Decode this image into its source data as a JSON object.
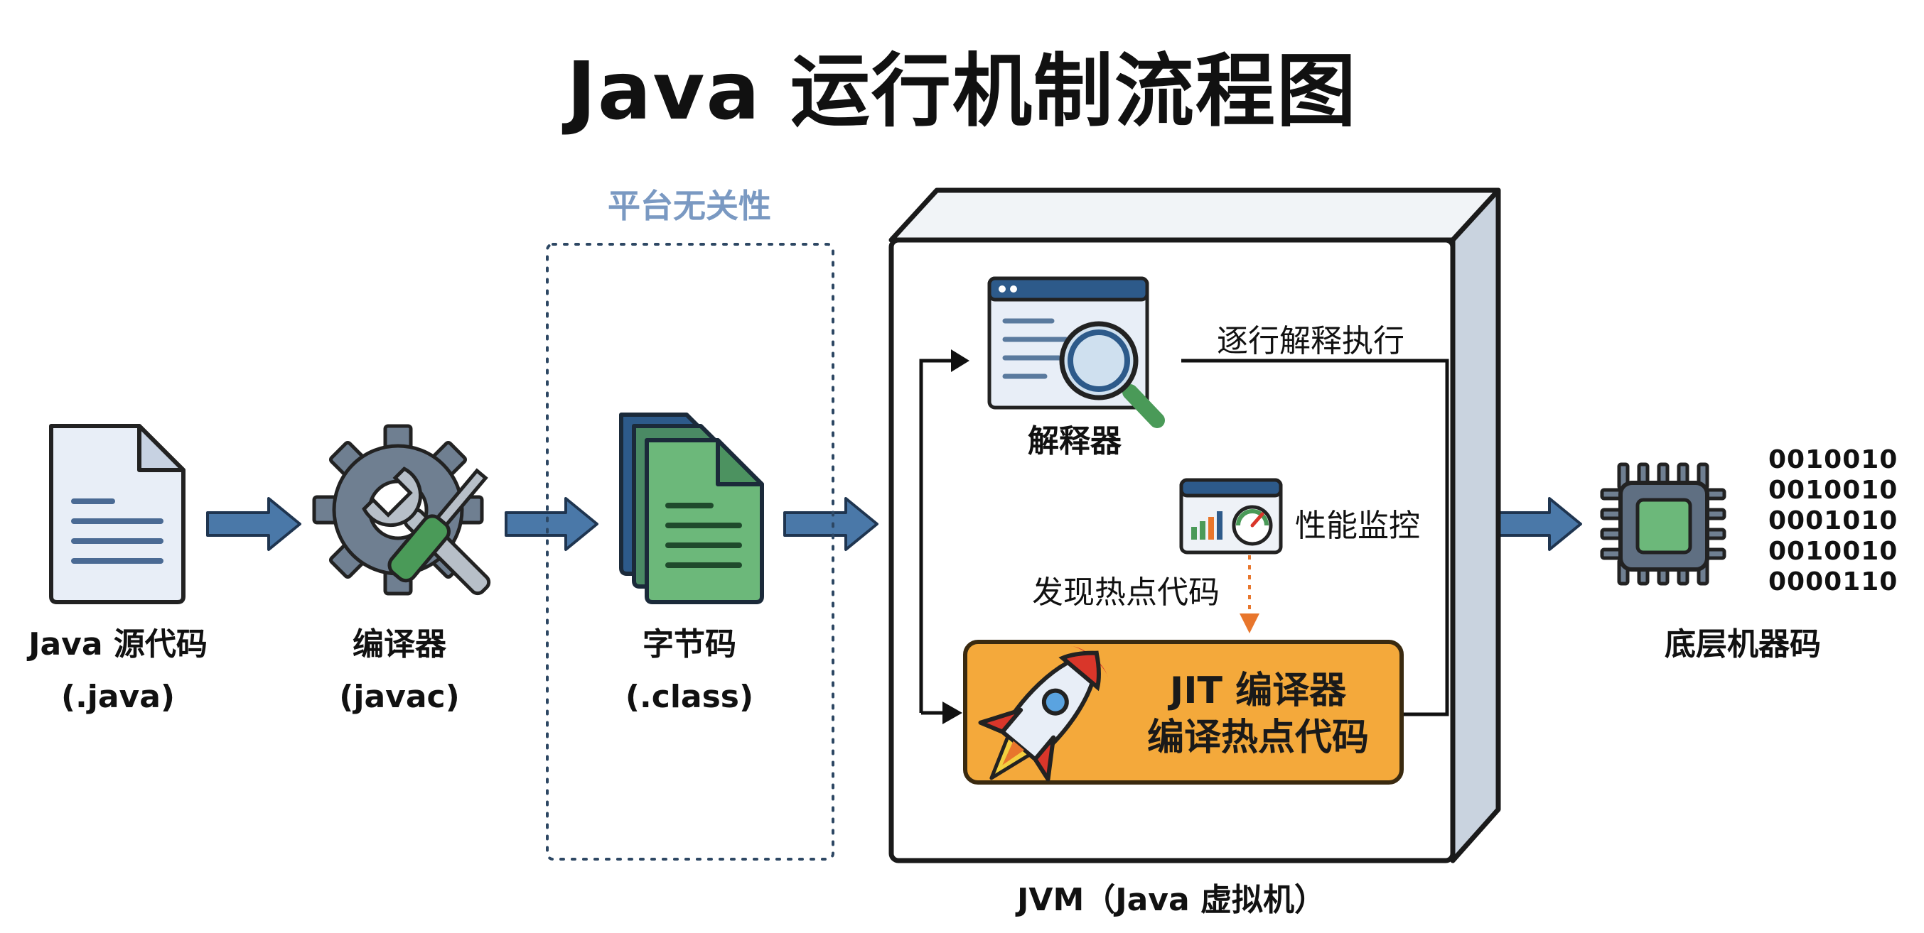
{
  "title": "Java 运行机制流程图",
  "platform_label": "平台无关性",
  "nodes": {
    "source": {
      "label": "Java 源代码",
      "sub": "(.java)"
    },
    "compiler": {
      "label": "编译器",
      "sub": "(javac)"
    },
    "bytecode": {
      "label": "字节码",
      "sub": "(.class)"
    },
    "machine": {
      "label": "底层机器码"
    }
  },
  "jvm": {
    "label": "JVM（Java 虚拟机）",
    "interpreter_label": "解释器",
    "interpret_step": "逐行解释执行",
    "monitor_label": "性能监控",
    "hotspot_label": "发现热点代码",
    "jit_line1": "JIT 编译器",
    "jit_line2": "编译热点代码"
  },
  "binary_lines": [
    "0010010",
    "0010010",
    "0001010",
    "0010010",
    "0000110"
  ],
  "colors": {
    "arrow": "#4a78a8",
    "bytecode_green": "#6cb87a",
    "jit_orange": "#f4a93b",
    "platform_blue": "#7a99c2",
    "chip_green": "#6cb87a",
    "hotspot_orange": "#e8762c"
  },
  "icons": [
    "document-icon",
    "gear-wrench-icon",
    "stacked-files-icon",
    "code-window-magnifier-icon",
    "dashboard-monitor-icon",
    "rocket-icon",
    "cpu-chip-icon"
  ]
}
